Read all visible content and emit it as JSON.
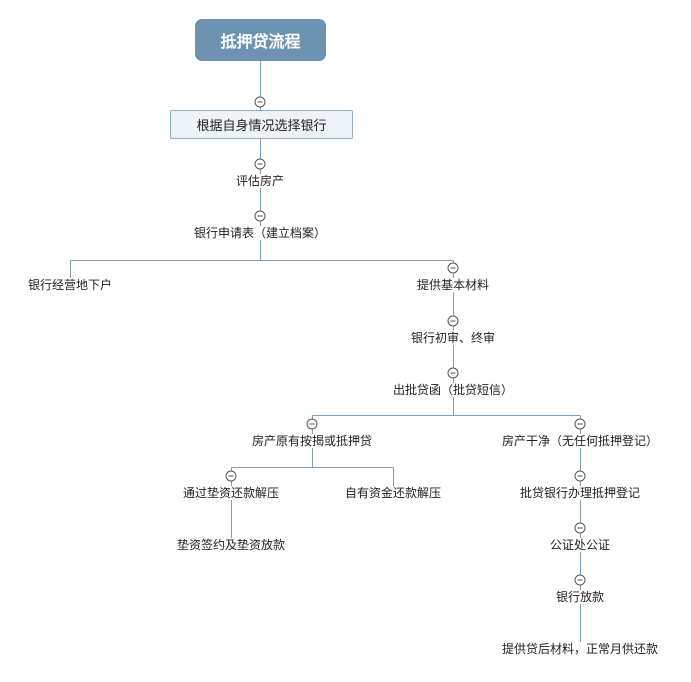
{
  "diagram": {
    "root": "抵押贷流程",
    "bank_selection": "根据自身情况选择银行",
    "appraise": "评估房产",
    "application": "银行申请表（建立档案）",
    "underground": "银行经营地下户",
    "submit_materials": "提供基本材料",
    "review": "银行初审、终审",
    "approval_letter": "出批贷函（批贷短信）",
    "existing_mortgage": "房产原有按揭或抵押贷",
    "clean_property": "房产干净（无任何抵押登记）",
    "bridge_repay": "通过垫资还款解压",
    "own_funds_repay": "自有资金还款解压",
    "bridge_sign": "垫资签约及垫资放款",
    "mortgage_registration": "批贷银行办理抵押登记",
    "notary": "公证处公证",
    "bank_disbursement": "银行放款",
    "post_loan": "提供贷后材料，正常月供还款"
  }
}
